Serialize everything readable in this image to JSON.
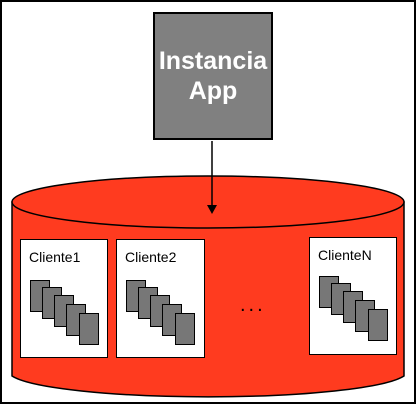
{
  "app_instance": {
    "line1": "Instancia",
    "line2": "App"
  },
  "clients": [
    {
      "label": "Cliente1"
    },
    {
      "label": "Cliente2"
    },
    {
      "label": "ClienteN"
    }
  ],
  "ellipsis": "...",
  "colors": {
    "database": "#ff3b1f",
    "app_box": "#808080",
    "document": "#777777"
  }
}
